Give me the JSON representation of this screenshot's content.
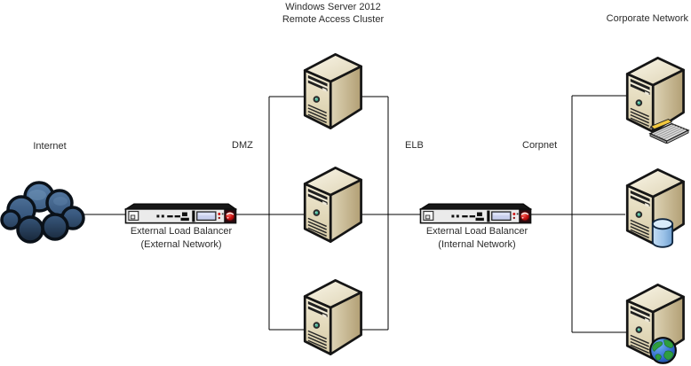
{
  "diagram": {
    "cluster_title": {
      "line1": "Windows Server 2012",
      "line2": "Remote Access Cluster"
    },
    "corporate_network_label": "Corporate Network",
    "zone_labels": {
      "internet": "Internet",
      "dmz": "DMZ",
      "elb": "ELB",
      "corpnet": "Corpnet"
    },
    "external_load_balancer": {
      "line1": "External Load Balancer",
      "line2": "(External Network)"
    },
    "internal_load_balancer": {
      "line1": "External Load Balancer",
      "line2": "(Internal Network)"
    },
    "icons": {
      "internet": "cloud-icon",
      "load_balancer": "rack-appliance-icon",
      "cluster_node": "tower-server-icon",
      "corpnet_app_server": "tower-server-with-keyboard-icon",
      "corpnet_database_server": "tower-server-with-database-icon",
      "corpnet_web_server": "tower-server-with-globe-icon"
    },
    "colors": {
      "connector_line": "#000000",
      "text": "#2b2b2b",
      "cloud_top": "#5d83ad",
      "cloud_bottom": "#101c2a",
      "server_front": "#efe8d0",
      "server_side": "#b9ab81",
      "appliance_body": "#ebebeb",
      "appliance_lcd": "#c9d0ee",
      "logo_red": "#c40f0f",
      "database_blue": "#9cc3e8",
      "globe_blue": "#1c50b0",
      "globe_green": "#2f9e3f",
      "pencil_yellow": "#f3c93f",
      "keyboard_gray": "#dcdcdc"
    }
  }
}
